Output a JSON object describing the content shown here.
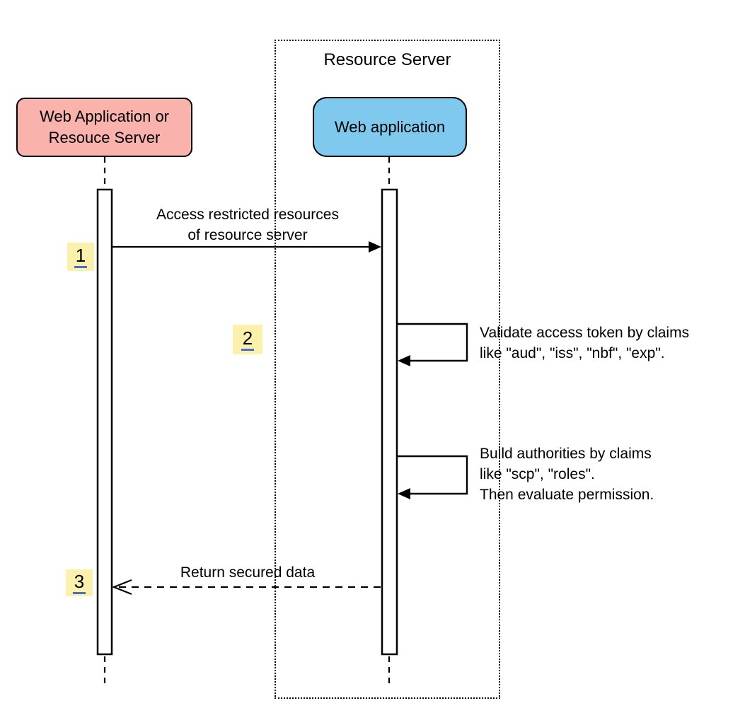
{
  "diagram": {
    "frame_title": "Resource Server",
    "actors": {
      "left": {
        "label": "Web Application or\nResouce Server"
      },
      "right": {
        "label": "Web application"
      }
    },
    "messages": {
      "access": {
        "badge": "1",
        "label": "Access restricted resources\nof resource server"
      },
      "validate": {
        "badge": "2",
        "label": "Validate access token by claims\nlike \"aud\", \"iss\", \"nbf\", \"exp\"."
      },
      "build": {
        "label": "Build authorities by claims\nlike \"scp\", \"roles\".\nThen evaluate permission."
      },
      "return": {
        "badge": "3",
        "label": "Return secured data"
      }
    },
    "colors": {
      "actor_left_fill": "#FAB2AC",
      "actor_right_fill": "#7FC8EE",
      "badge_bg": "#FCF1AC",
      "badge_underline": "#4472C4",
      "line": "#000000"
    }
  }
}
